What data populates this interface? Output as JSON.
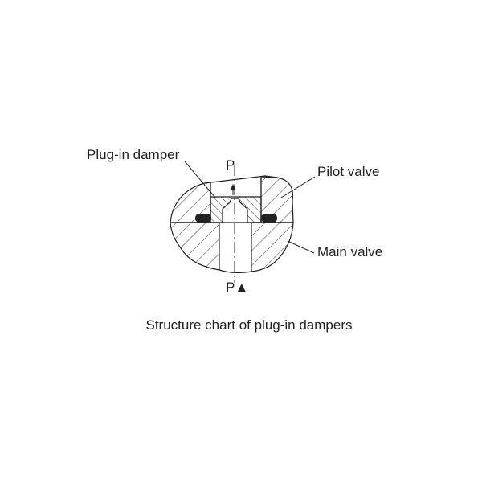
{
  "labels": {
    "plug_in_damper": "Plug-in damper",
    "pilot_valve": "Pilot valve",
    "main_valve": "Main valve",
    "port_top": "P",
    "port_bottom": "P▲"
  },
  "caption": "Structure chart of plug-in dampers"
}
